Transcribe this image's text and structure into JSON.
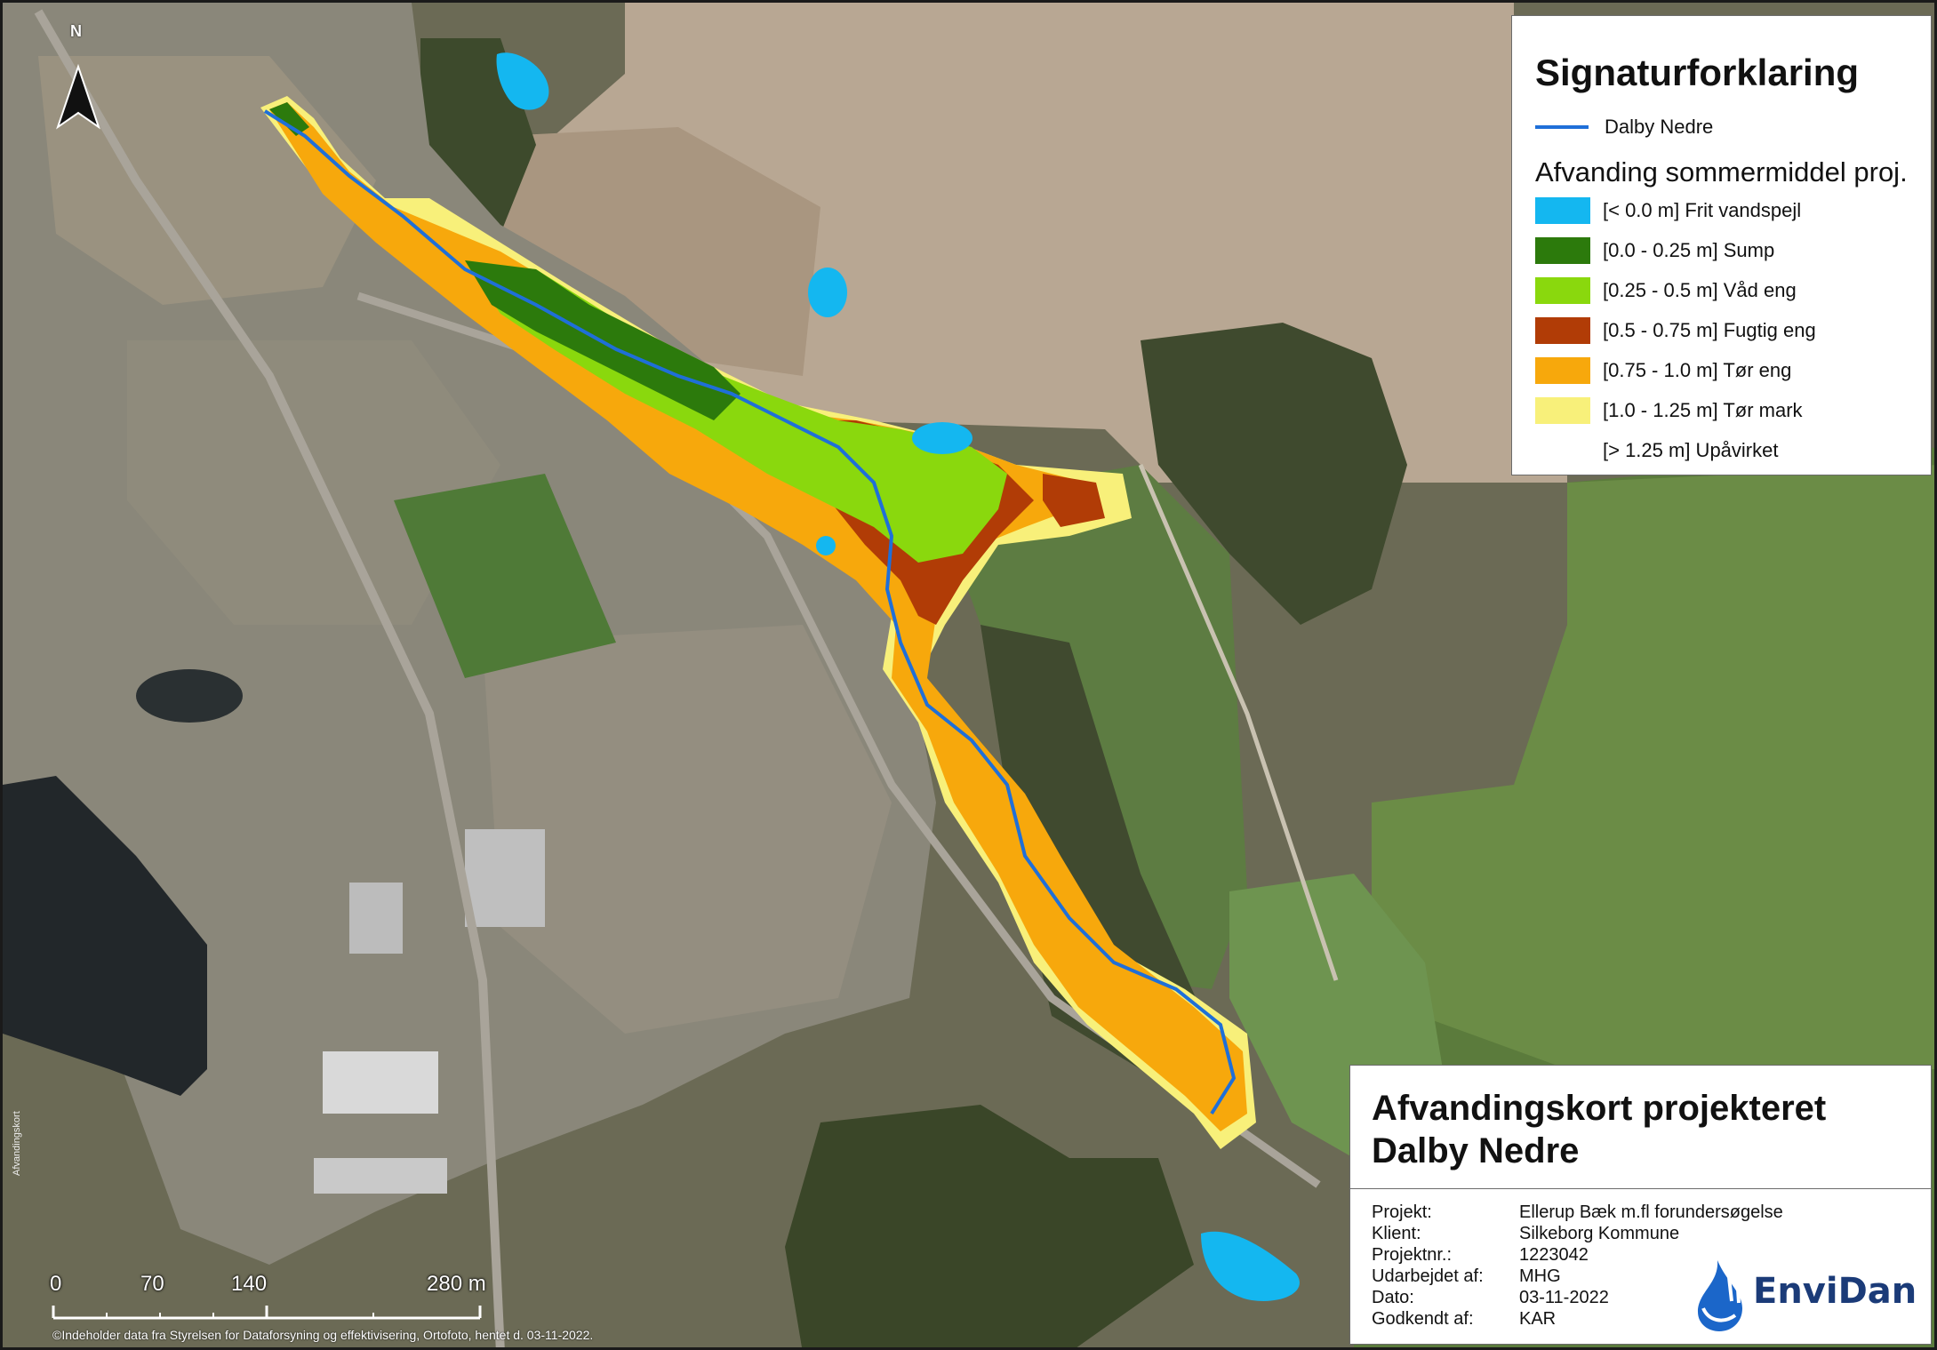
{
  "legend": {
    "title": "Signaturforklaring",
    "line_item": {
      "label": "Dalby Nedre",
      "color": "#1f6fd8"
    },
    "subtitle": "Afvanding sommermiddel proj.",
    "classes": [
      {
        "label": "[< 0.0 m] Frit vandspejl",
        "color": "#14b7f0"
      },
      {
        "label": "[0.0 - 0.25 m] Sump",
        "color": "#2c7a0c"
      },
      {
        "label": "[0.25 - 0.5 m] Våd eng",
        "color": "#8ad80d"
      },
      {
        "label": "[0.5 - 0.75 m] Fugtig eng",
        "color": "#b13c06"
      },
      {
        "label": "[0.75 - 1.0 m] Tør eng",
        "color": "#f7a80c"
      },
      {
        "label": "[1.0 - 1.25 m] Tør mark",
        "color": "#f8f07a"
      },
      {
        "label": "[> 1.25 m] Upåvirket",
        "color": ""
      }
    ]
  },
  "titleblock": {
    "title_line1": "Afvandingskort projekteret",
    "title_line2": "Dalby Nedre",
    "rows": [
      {
        "label": "Projekt:",
        "value": "Ellerup Bæk m.fl forundersøgelse"
      },
      {
        "label": "Klient:",
        "value": "Silkeborg Kommune"
      },
      {
        "label": "Projektnr.:",
        "value": "1223042"
      },
      {
        "label": "Udarbejdet af:",
        "value": "MHG"
      },
      {
        "label": "Dato:",
        "value": "03-11-2022"
      },
      {
        "label": "Godkendt af:",
        "value": "KAR"
      }
    ],
    "logo_text": "EnviDan"
  },
  "scalebar": {
    "ticks": [
      "0",
      "70",
      "140",
      "280 m"
    ]
  },
  "north_label": "N",
  "credit": "©Indeholder data fra Styrelsen for Dataforsyning og effektivisering, Ortofoto, hentet d. 03-11-2022.",
  "side_label": "Afvandingskort"
}
